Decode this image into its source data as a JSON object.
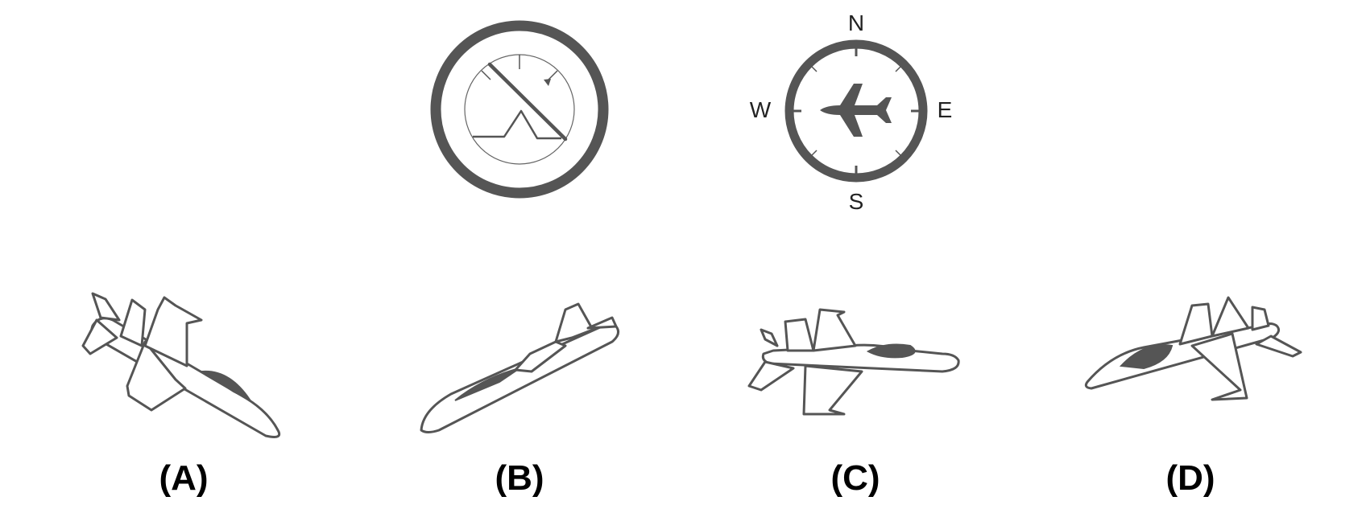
{
  "compass": {
    "north": "N",
    "south": "S",
    "east": "E",
    "west": "W"
  },
  "options": [
    {
      "id": "A",
      "label": "(A)"
    },
    {
      "id": "B",
      "label": "(B)"
    },
    {
      "id": "C",
      "label": "(C)"
    },
    {
      "id": "D",
      "label": "(D)"
    }
  ],
  "colors": {
    "stroke": "#555555",
    "text": "#000000",
    "background": "#ffffff"
  },
  "icons": [
    "attitude-indicator-icon",
    "heading-indicator-icon",
    "aircraft-icon"
  ]
}
